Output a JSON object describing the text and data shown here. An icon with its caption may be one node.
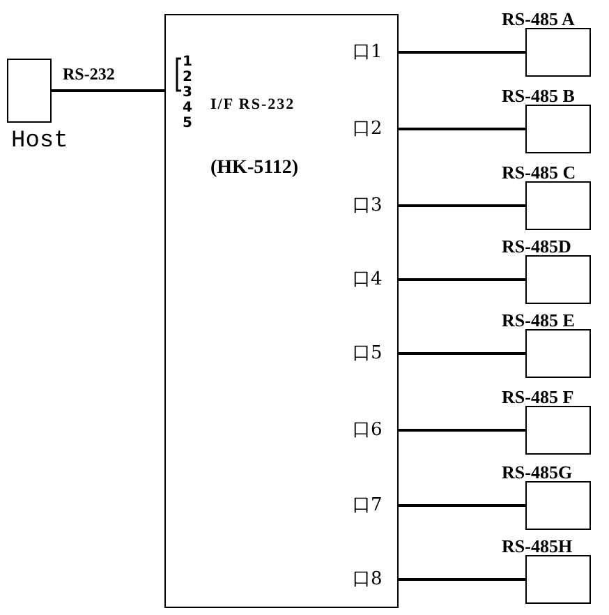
{
  "diagram": {
    "nodes": [
      {
        "text": [
          "Host"
        ]
      },
      {
        "text": [
          "I/F RS-232",
          "(HK-5112)"
        ]
      },
      {
        "text": [
          "RS-485 A"
        ]
      },
      {
        "text": [
          "RS-485 B"
        ]
      },
      {
        "text": [
          "RS-485 C"
        ]
      },
      {
        "text": [
          "RS-485D"
        ]
      },
      {
        "text": [
          "RS-485 E"
        ]
      },
      {
        "text": [
          "RS-485 F"
        ]
      },
      {
        "text": [
          "RS-485G"
        ]
      },
      {
        "text": [
          "RS-485H"
        ]
      }
    ],
    "edges": [
      {
        "from": 0,
        "to": 1,
        "arrow": "none",
        "label": "RS-232"
      },
      {
        "from": 1,
        "to": 2,
        "arrow": "none"
      },
      {
        "from": 1,
        "to": 3,
        "arrow": "none"
      },
      {
        "from": 1,
        "to": 4,
        "arrow": "none"
      },
      {
        "from": 1,
        "to": 5,
        "arrow": "none"
      },
      {
        "from": 1,
        "to": 6,
        "arrow": "none"
      },
      {
        "from": 1,
        "to": 7,
        "arrow": "none"
      },
      {
        "from": 1,
        "to": 8,
        "arrow": "none"
      },
      {
        "from": 1,
        "to": 9,
        "arrow": "none"
      }
    ],
    "labels": [
      "1",
      "2",
      "3",
      "4",
      "5",
      "口1",
      "口2",
      "口3",
      "口4",
      "口5",
      "口6",
      "口7",
      "口8"
    ]
  }
}
